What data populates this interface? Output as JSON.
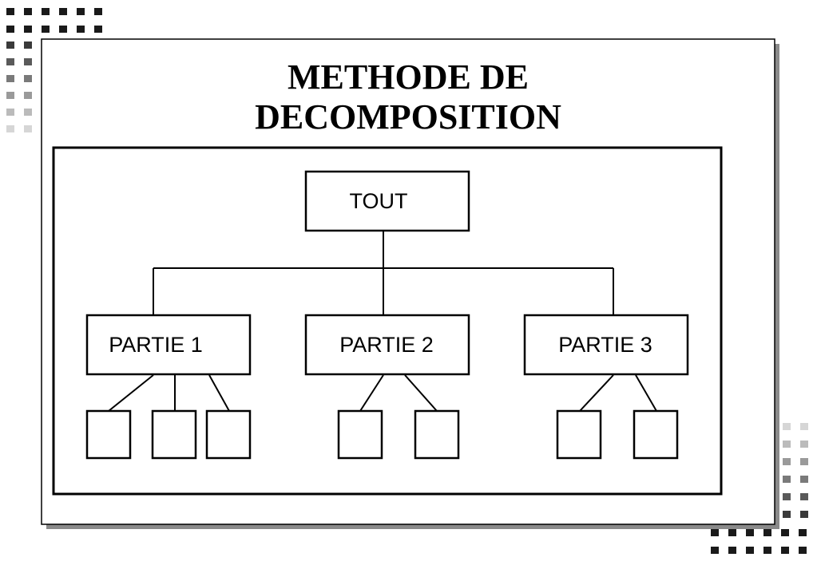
{
  "slide": {
    "title_line1": "METHODE DE",
    "title_line2": "DECOMPOSITION"
  },
  "diagram": {
    "root": {
      "label": "TOUT"
    },
    "parts": [
      {
        "label": "PARTIE 1",
        "children": 3
      },
      {
        "label": "PARTIE 2",
        "children": 2
      },
      {
        "label": "PARTIE 3",
        "children": 2
      }
    ]
  },
  "colors": {
    "line": "#000000",
    "shadow": "#8a8a8a",
    "background": "#ffffff"
  }
}
